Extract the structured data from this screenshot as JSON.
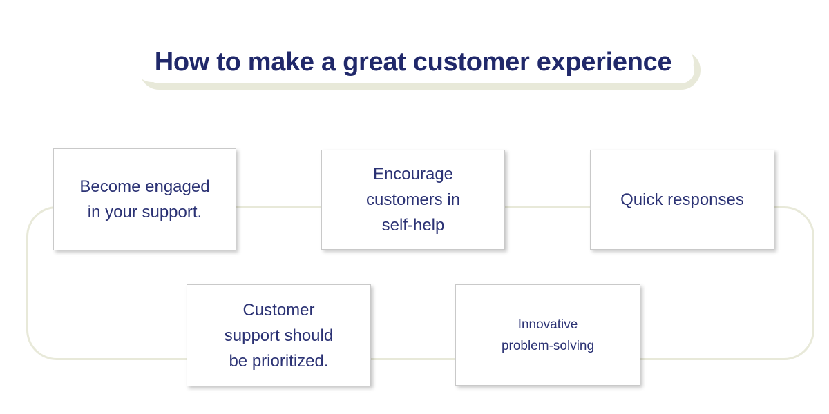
{
  "title": {
    "text": "How to make a great customer experience"
  },
  "cards": [
    {
      "id": "become-engaged",
      "text": "Become engaged\nin your support."
    },
    {
      "id": "encourage-self-help",
      "text": "Encourage\ncustomers in\nself-help"
    },
    {
      "id": "quick-responses",
      "text": "Quick responses"
    },
    {
      "id": "prioritize-support",
      "text": "Customer\nsupport should\nbe prioritized."
    },
    {
      "id": "innovative-problem-solving",
      "text": "Innovative\nproblem-solving"
    }
  ],
  "colors": {
    "title_text": "#20286a",
    "card_text": "#2b3274",
    "connector_line": "#e8e9d9",
    "card_border": "#c9c9c9",
    "background": "#ffffff"
  }
}
